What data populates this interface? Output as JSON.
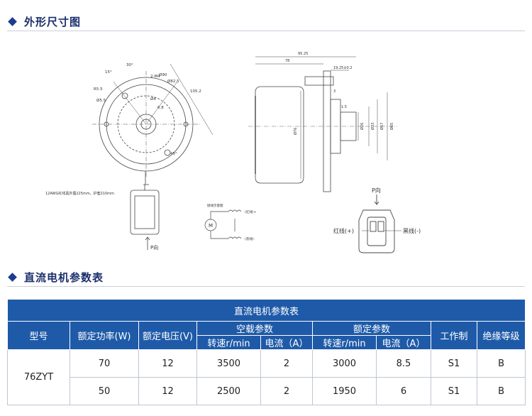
{
  "sections": {
    "outline": "外形尺寸图",
    "params": "直流电机参数表"
  },
  "drawing": {
    "front_view": {
      "dims": [
        "30°",
        "15°",
        "2-M4",
        "Ø90",
        "Ø82.5",
        "R5.5",
        "Ø5.5",
        "Ø4",
        "6.8",
        "105.2",
        "45°"
      ],
      "lead_note": "12AWG红线黑外露225mm，护套210mm",
      "direction": "P向"
    },
    "side_view": {
      "dims": [
        "95.25",
        "78",
        "19.25±0.2",
        "3",
        "1.5",
        "Ø76",
        "Ø26",
        "Ø33",
        "Ø57",
        "Ø65"
      ]
    },
    "wiring": {
      "title": "接线示意图",
      "motor_symbol": "M",
      "red_label": "(红线)+",
      "black_label": "(黑线)-"
    },
    "connector": {
      "direction": "P向",
      "red_label": "红线(+)",
      "black_label": "黑线(-)"
    }
  },
  "table": {
    "caption": "直流电机参数表",
    "headers": {
      "model": "型号",
      "power": "额定功率(W)",
      "voltage": "额定电压(V)",
      "no_load": "空载参数",
      "rated": "额定参数",
      "speed": "转速r/min",
      "current": "电流（A）",
      "duty": "工作制",
      "insulation": "绝缘等级"
    },
    "model": "76ZYT",
    "rows": [
      {
        "power": "70",
        "voltage": "12",
        "nl_speed": "3500",
        "nl_current": "2",
        "r_speed": "3000",
        "r_current": "8.5",
        "duty": "S1",
        "insulation": "B"
      },
      {
        "power": "50",
        "voltage": "12",
        "nl_speed": "2500",
        "nl_current": "2",
        "r_speed": "1950",
        "r_current": "6",
        "duty": "S1",
        "insulation": "B"
      }
    ]
  }
}
